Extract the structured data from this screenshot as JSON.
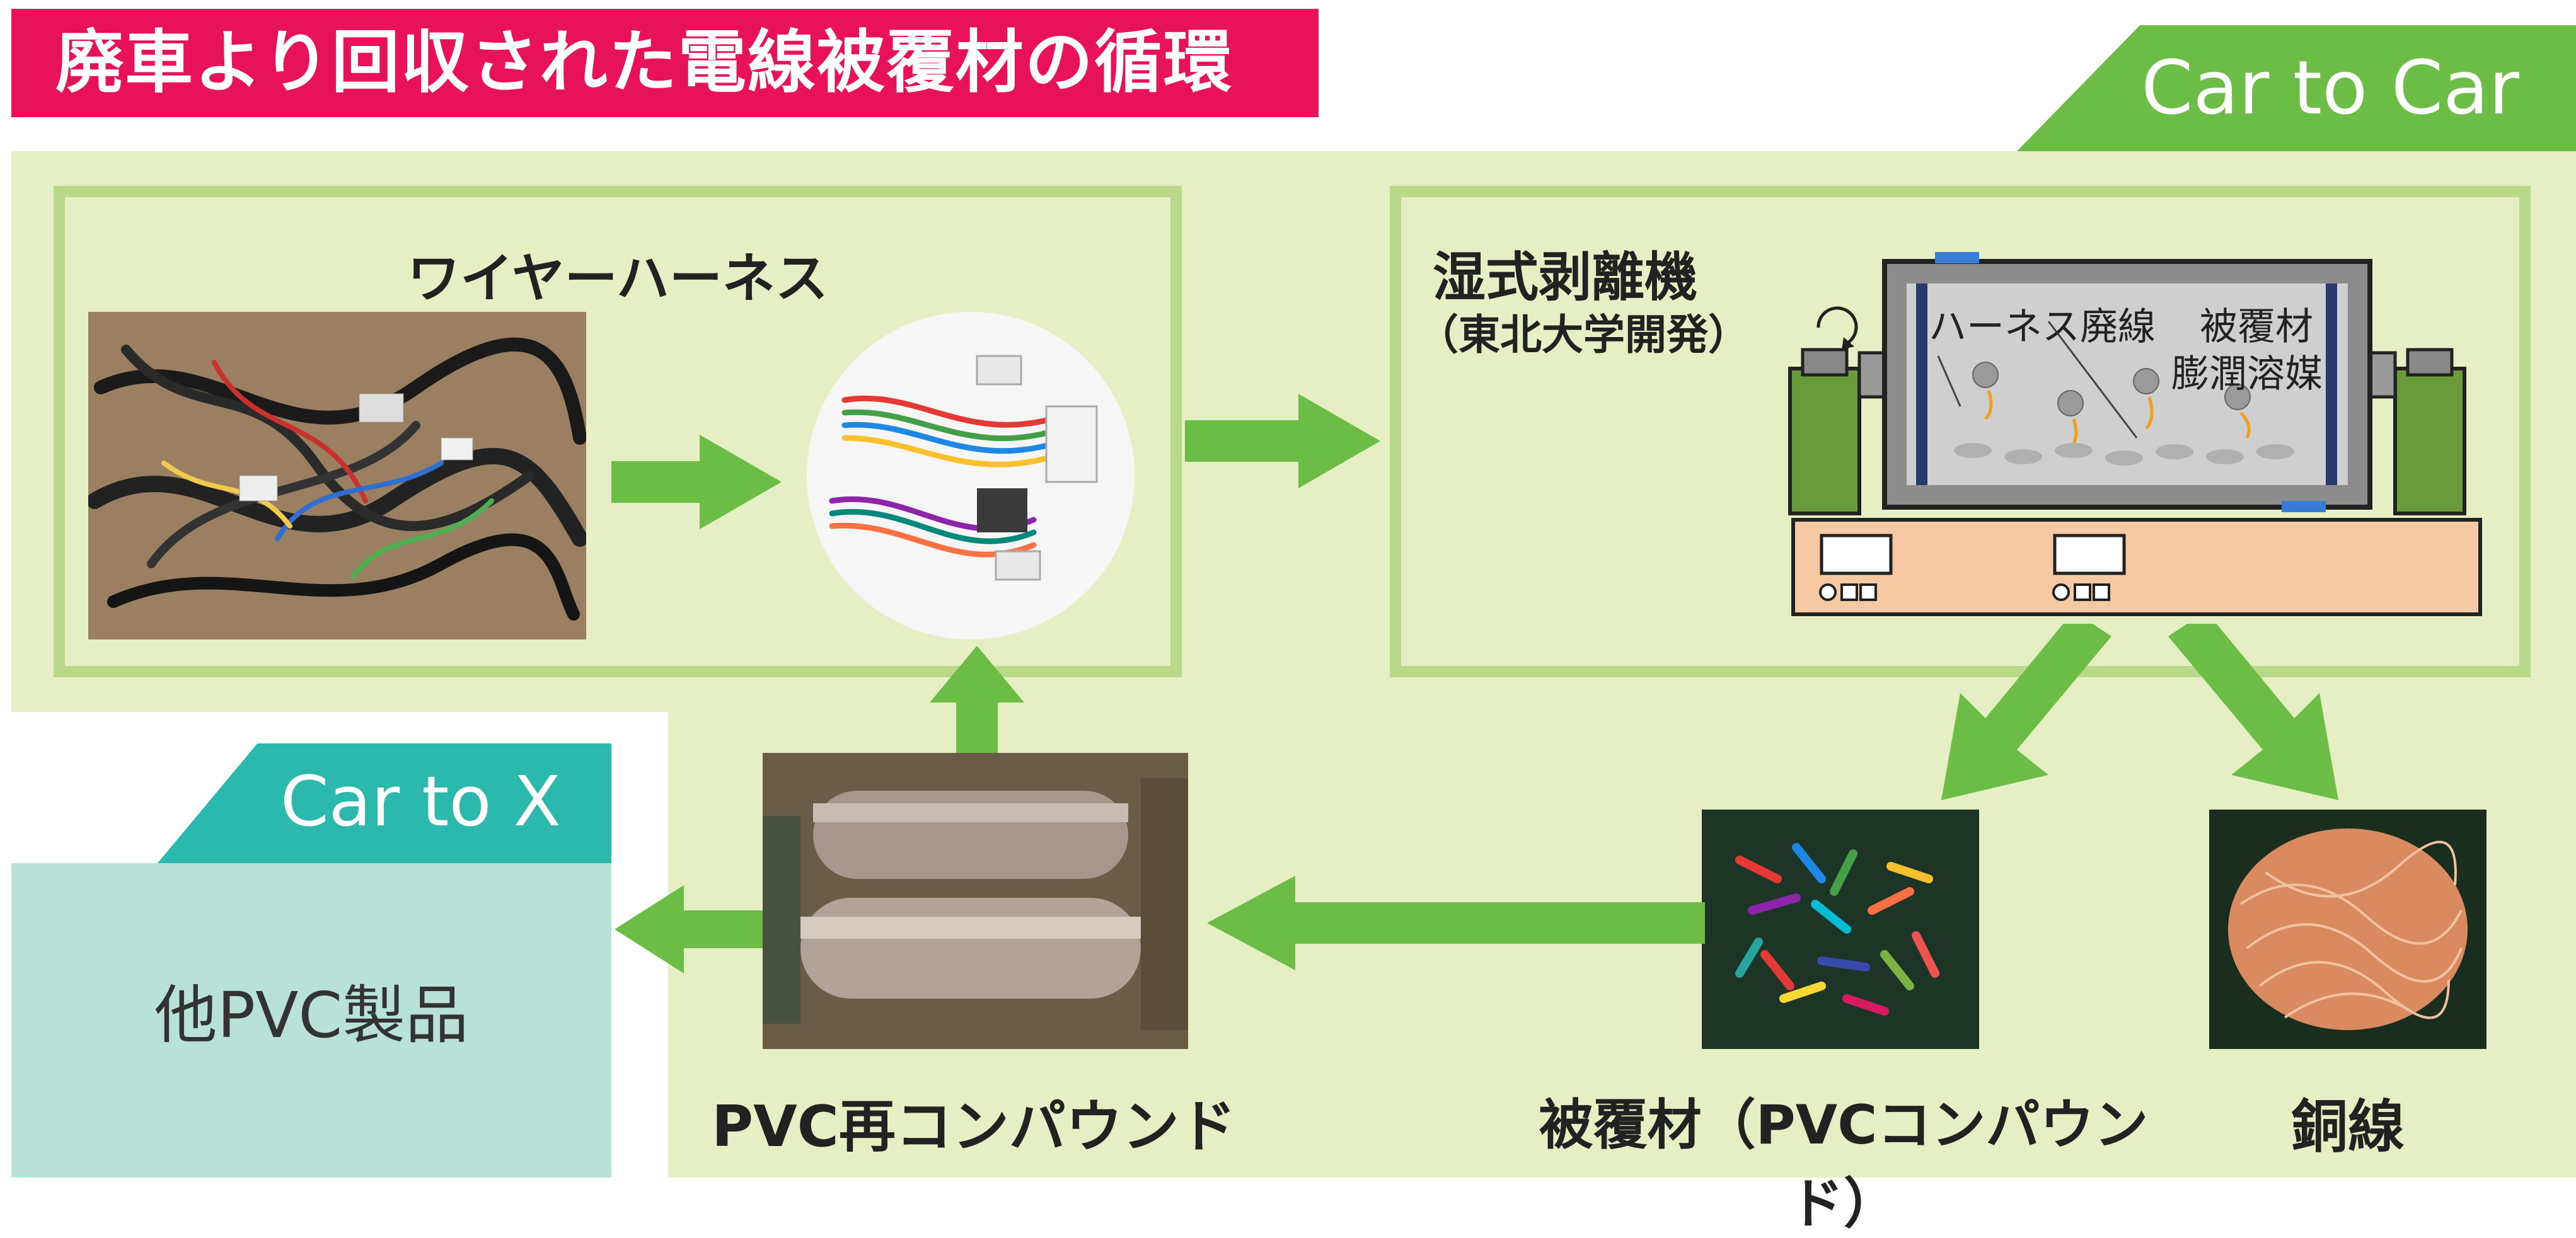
{
  "title": "廃車より回収された電線被覆材の循環",
  "tags": {
    "car_to_car": "Car to Car",
    "car_to_x": "Car to X"
  },
  "wire_harness": {
    "label": "ワイヤーハーネス"
  },
  "stripper": {
    "label": "湿式剥離機",
    "sublabel": "（東北大学開発）",
    "inner_left_label": "ハーネス廃線",
    "inner_right_label_1": "被覆材",
    "inner_right_label_2": "膨潤溶媒"
  },
  "outputs": {
    "coating_label": "被覆材（PVCコンパウンド）",
    "copper_label": "銅線",
    "recompound_label": "PVC再コンパウンド",
    "other_products_label": "他PVC製品"
  },
  "colors": {
    "title_bg": "#e8125a",
    "panel_bg": "#e6efc3",
    "outline": "#b9d98a",
    "arrow": "#6bbd45",
    "car_to_x": "#2bb8ad",
    "other_box": "#b8e2d7",
    "control_panel": "#f6c9a3"
  }
}
